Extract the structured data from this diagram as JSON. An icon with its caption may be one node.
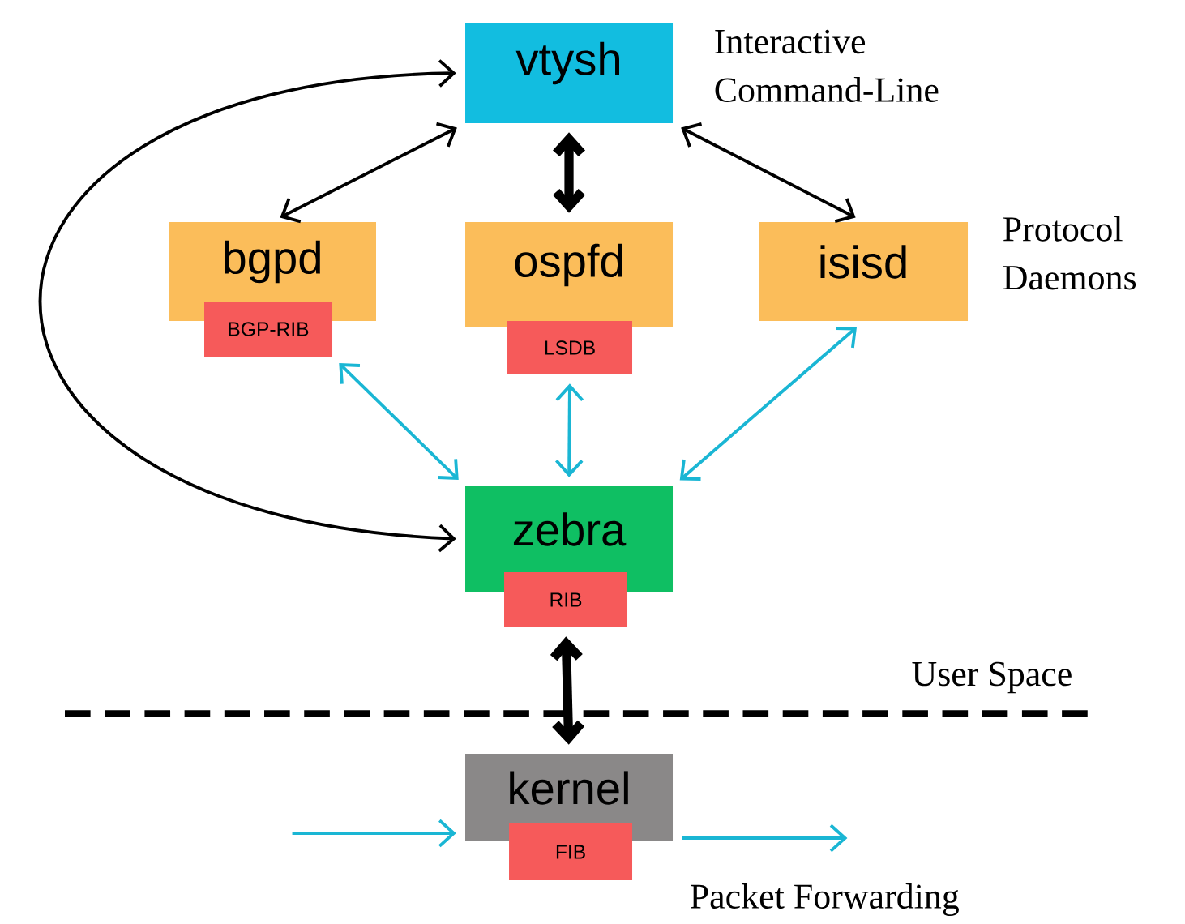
{
  "diagram": {
    "nodes": [
      {
        "text": [
          "vtysh"
        ],
        "beside": [
          "Interactive Command-Line"
        ]
      },
      {
        "text": [
          "bgpd"
        ]
      },
      {
        "text": [
          "BGP-RIB"
        ]
      },
      {
        "text": [
          "ospfd"
        ]
      },
      {
        "text": [
          "LSDB"
        ]
      },
      {
        "text": [
          "isisd"
        ]
      },
      {
        "text": [
          "zebra"
        ]
      },
      {
        "text": [
          "RIB"
        ]
      },
      {
        "text": [
          "kernel"
        ]
      },
      {
        "text": [
          "FIB"
        ]
      }
    ],
    "edges": [
      {
        "from": 0,
        "to": 1,
        "arrow": "both"
      },
      {
        "from": 0,
        "to": 3,
        "arrow": "both",
        "style": "thick"
      },
      {
        "from": 0,
        "to": 5,
        "arrow": "both"
      },
      {
        "from": 6,
        "to": 0,
        "arrow": "both"
      },
      {
        "from": 2,
        "to": 6,
        "arrow": "both",
        "color": "#1ab6d4"
      },
      {
        "from": 4,
        "to": 6,
        "arrow": "both",
        "color": "#1ab6d4"
      },
      {
        "from": 5,
        "to": 6,
        "arrow": "both",
        "color": "#1ab6d4"
      },
      {
        "from": 7,
        "to": 8,
        "arrow": "both",
        "style": "thick"
      },
      {
        "from": null,
        "to": 8,
        "arrow": "to",
        "color": "#1ab6d4"
      },
      {
        "from": 8,
        "to": null,
        "arrow": "to",
        "color": "#1ab6d4"
      }
    ],
    "labels": [
      "Protocol Daemons",
      "User Space",
      "Packet Forwarding"
    ]
  }
}
